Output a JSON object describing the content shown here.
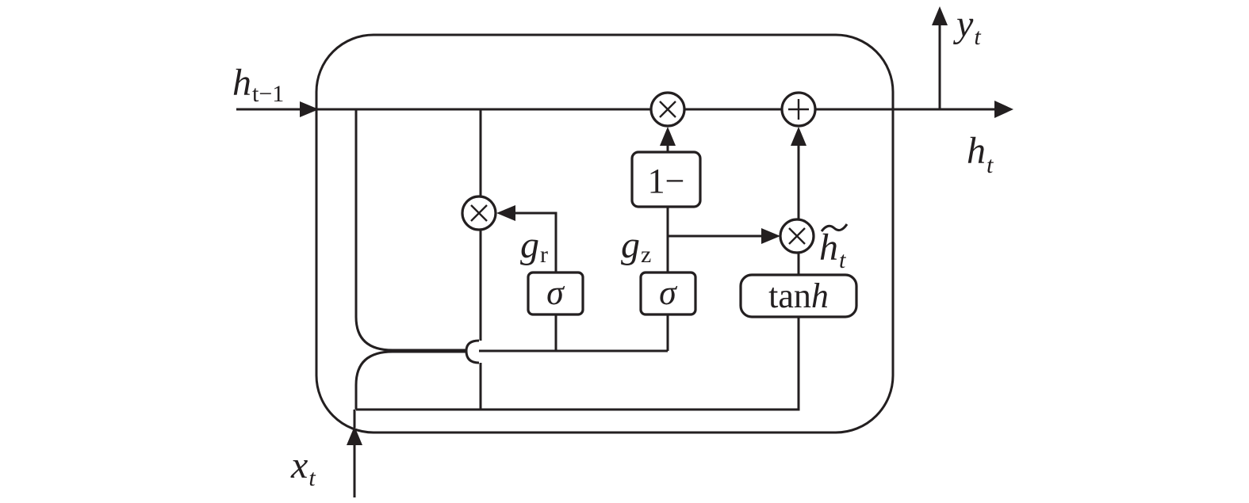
{
  "labels": {
    "h_prev_main": "h",
    "h_prev_sub": "t−1",
    "x_main": "x",
    "x_sub": "t",
    "y_main": "y",
    "y_sub": "t",
    "h_out_main": "h",
    "h_out_sub": "t",
    "h_tilde_main": "h",
    "h_tilde_sub": "t",
    "g_r_main": "g",
    "g_r_sub": "r",
    "g_z_main": "g",
    "g_z_sub": "z"
  },
  "boxes": {
    "one_minus": "1−",
    "sigma_r": "σ",
    "sigma_z": "σ",
    "tanh_prefix": "tan",
    "tanh_suffix": "h"
  },
  "operators": {
    "multiply": "×",
    "add": "+"
  },
  "colors": {
    "stroke": "#231f20",
    "background": "#ffffff"
  }
}
